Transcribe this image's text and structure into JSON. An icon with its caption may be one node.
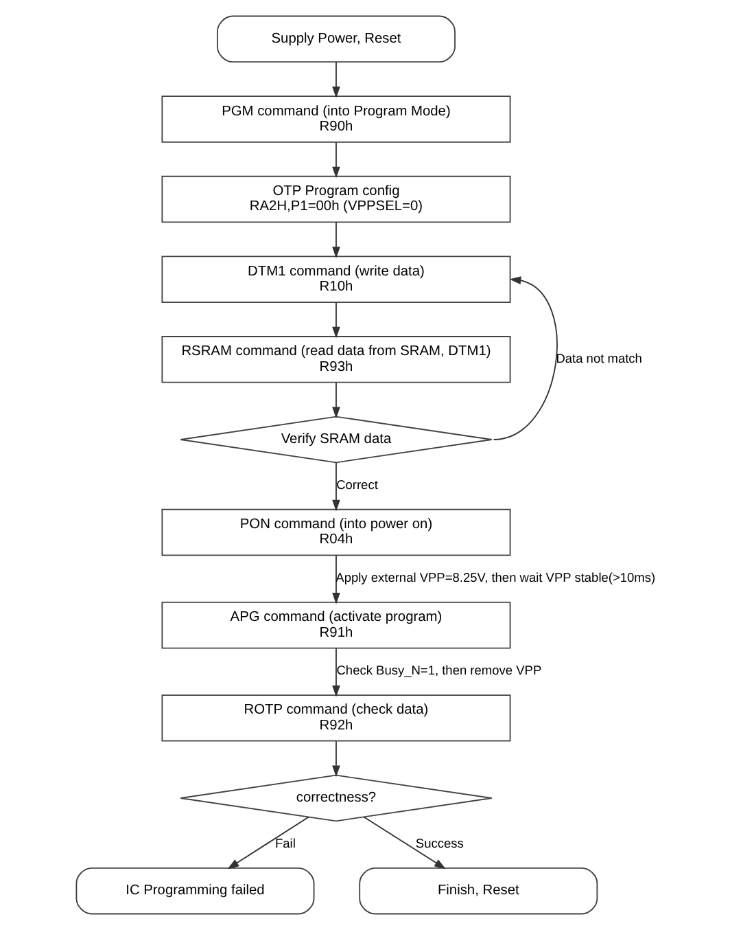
{
  "diagram": {
    "nodes": [
      {
        "text": [
          "Supply Power, Reset"
        ]
      },
      {
        "text": [
          "PGM command (into Program Mode)",
          "R90h"
        ]
      },
      {
        "text": [
          "OTP Program config",
          "RA2H,P1=00h (VPPSEL=0)"
        ]
      },
      {
        "text": [
          "DTM1 command (write data)",
          "R10h"
        ]
      },
      {
        "text": [
          "RSRAM command (read data from SRAM, DTM1)",
          "R93h"
        ]
      },
      {
        "text": [
          "Verify SRAM data"
        ]
      },
      {
        "text": [
          "PON command (into power on)",
          "R04h"
        ]
      },
      {
        "text": [
          "APG command (activate program)",
          "R91h"
        ]
      },
      {
        "text": [
          "ROTP command (check data)",
          "R92h"
        ]
      },
      {
        "text": [
          "correctness?"
        ]
      },
      {
        "text": [
          "IC Programming failed"
        ]
      },
      {
        "text": [
          "Finish, Reset"
        ]
      }
    ],
    "edges": [
      {
        "from": 0,
        "to": 1,
        "arrow": "to"
      },
      {
        "from": 1,
        "to": 2,
        "arrow": "to"
      },
      {
        "from": 2,
        "to": 3,
        "arrow": "to"
      },
      {
        "from": 3,
        "to": 4,
        "arrow": "to"
      },
      {
        "from": 4,
        "to": 5,
        "arrow": "to"
      },
      {
        "from": 5,
        "to": 3,
        "arrow": "to",
        "label": "Data not match"
      },
      {
        "from": 5,
        "to": 6,
        "arrow": "to",
        "label": "Correct"
      },
      {
        "from": 6,
        "to": 7,
        "arrow": "to",
        "label": "Apply external VPP=8.25V, then wait VPP stable(>10ms)"
      },
      {
        "from": 7,
        "to": 8,
        "arrow": "to",
        "label": "Check Busy_N=1, then remove VPP"
      },
      {
        "from": 8,
        "to": 9,
        "arrow": "to"
      },
      {
        "from": 9,
        "to": 10,
        "arrow": "to",
        "label": "Fail"
      },
      {
        "from": 9,
        "to": 11,
        "arrow": "to",
        "label": "Success"
      }
    ]
  }
}
